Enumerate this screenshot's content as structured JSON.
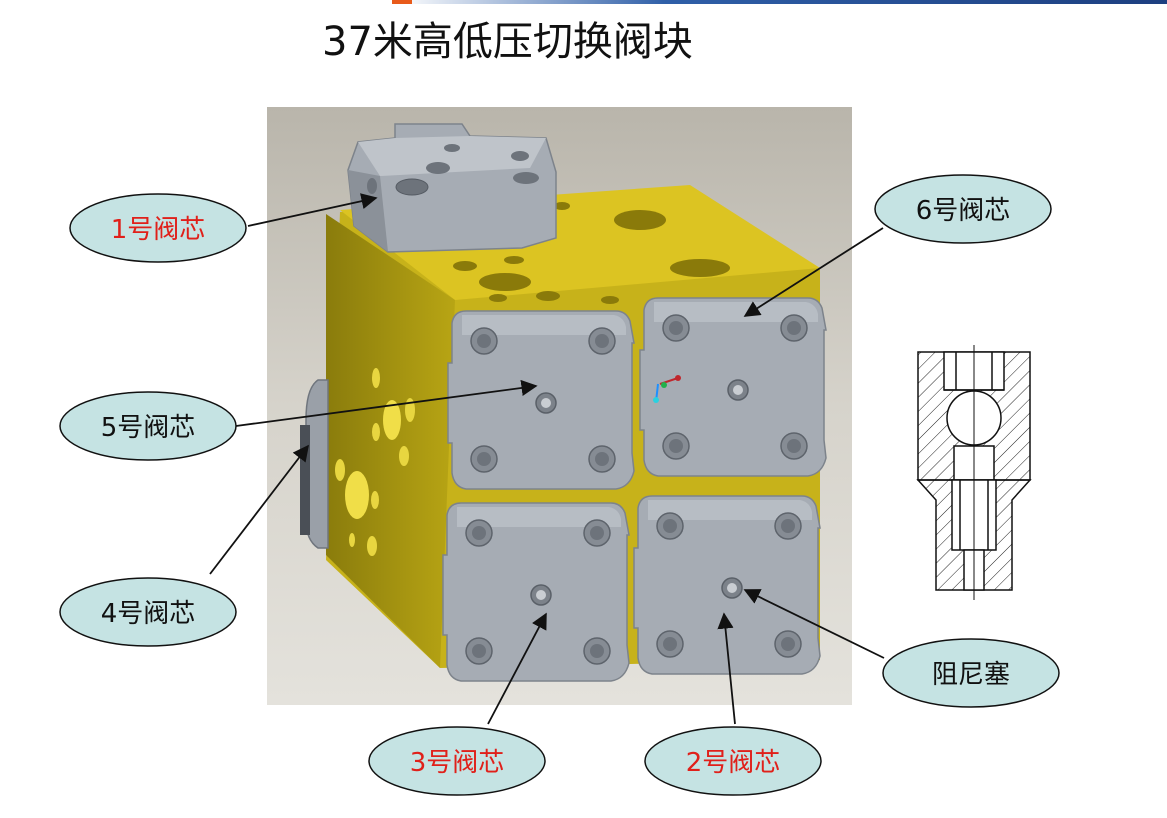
{
  "title": "37米高低压切换阀块",
  "colors": {
    "callout_fill": "#c5e3e3",
    "callout_stroke": "#111111",
    "highlight_text": "#e0201a",
    "normal_text": "#111111",
    "block_yellow": "#d9c21a",
    "valve_gray": "#a6acb4"
  },
  "callouts": [
    {
      "id": "valve-1",
      "label": "1号阀芯",
      "highlight": true
    },
    {
      "id": "valve-6",
      "label": "6号阀芯",
      "highlight": false
    },
    {
      "id": "valve-5",
      "label": "5号阀芯",
      "highlight": false
    },
    {
      "id": "valve-4",
      "label": "4号阀芯",
      "highlight": false
    },
    {
      "id": "orifice-plug",
      "label": "阻尼塞",
      "highlight": false
    },
    {
      "id": "valve-3",
      "label": "3号阀芯",
      "highlight": true
    },
    {
      "id": "valve-2",
      "label": "2号阀芯",
      "highlight": true
    }
  ]
}
